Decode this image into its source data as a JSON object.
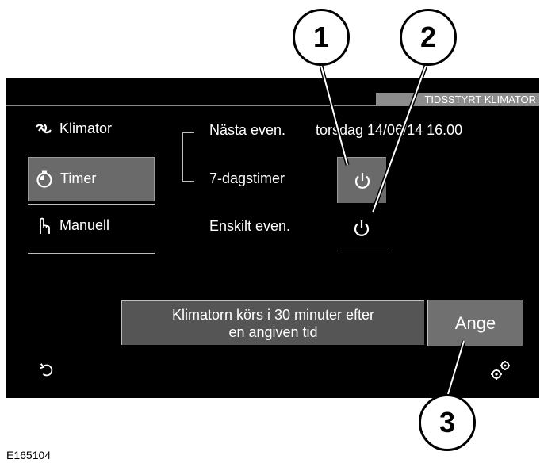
{
  "header": {
    "title": "TIDSSTYRT KLIMATOR"
  },
  "nav": {
    "items": [
      {
        "label": "Klimator",
        "icon": "climate-fan-icon"
      },
      {
        "label": "Timer",
        "icon": "stopwatch-icon",
        "active": true
      },
      {
        "label": "Manuell",
        "icon": "hand-pointer-icon"
      }
    ]
  },
  "content": {
    "next_event_label": "Nästa even.",
    "next_event_value": "torsdag 14/06/14 16.00",
    "weekly_timer_label": "7-dagstimer",
    "single_event_label": "Enskilt even."
  },
  "footer": {
    "info_line1": "Klimatorn körs i 30 minuter efter",
    "info_line2": "en angiven tid",
    "set_button": "Ange"
  },
  "callouts": [
    "1",
    "2",
    "3"
  ],
  "figure_ref": "E165104",
  "colors": {
    "screen_bg": "#000000",
    "active_bg": "#6a6a6a",
    "tab_bg": "#8c8c8c",
    "info_bg": "#555555"
  }
}
